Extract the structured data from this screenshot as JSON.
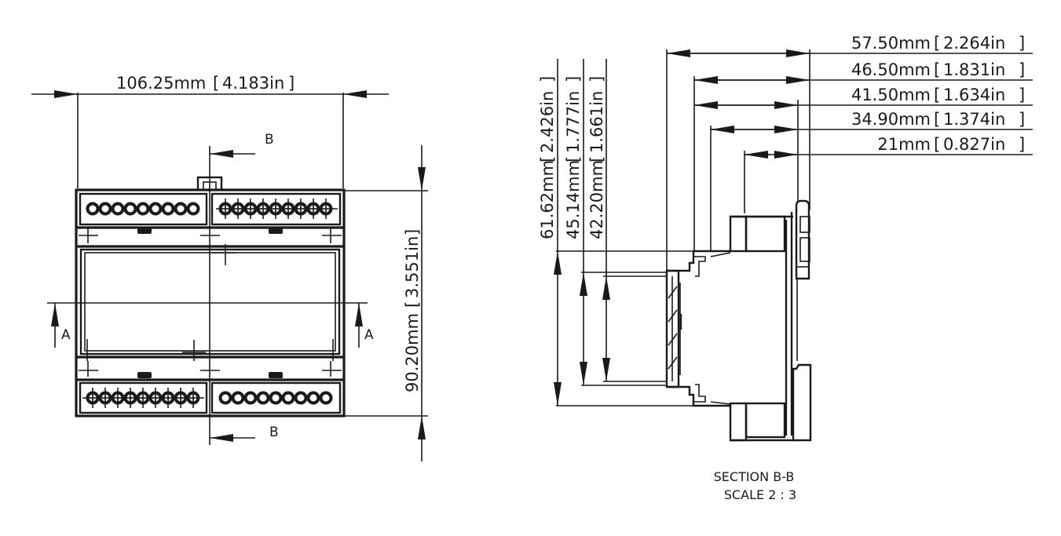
{
  "front_view": {
    "width_dimension": "106.25mm",
    "width_dimension_in": "4.183in",
    "height_dimension": "90.20mm",
    "height_dimension_in": "3.551in",
    "section_marker_top": "B",
    "section_marker_bottom": "B",
    "section_marker_left": "A",
    "section_marker_right": "A",
    "terminal_blocks": [
      {
        "position": "top-left",
        "terminals": 9,
        "style": "plain"
      },
      {
        "position": "top-right",
        "terminals": 9,
        "style": "crosshair"
      },
      {
        "position": "bottom-left",
        "terminals": 9,
        "style": "crosshair"
      },
      {
        "position": "bottom-right",
        "terminals": 9,
        "style": "plain"
      }
    ]
  },
  "section_view": {
    "horizontal_dimensions": [
      {
        "mm": "57.50mm",
        "inch": "2.264in"
      },
      {
        "mm": "46.50mm",
        "inch": "1.831in"
      },
      {
        "mm": "41.50mm",
        "inch": "1.634in"
      },
      {
        "mm": "34.90mm",
        "inch": "1.374in"
      },
      {
        "mm": "21mm",
        "inch": "0.827in"
      }
    ],
    "vertical_dimensions": [
      {
        "mm": "61.62mm",
        "inch": "2.426in"
      },
      {
        "mm": "45.14mm",
        "inch": "1.777in"
      },
      {
        "mm": "42.20mm",
        "inch": "1.661in"
      }
    ],
    "title": "SECTION B-B",
    "scale": "SCALE 2 : 3"
  }
}
